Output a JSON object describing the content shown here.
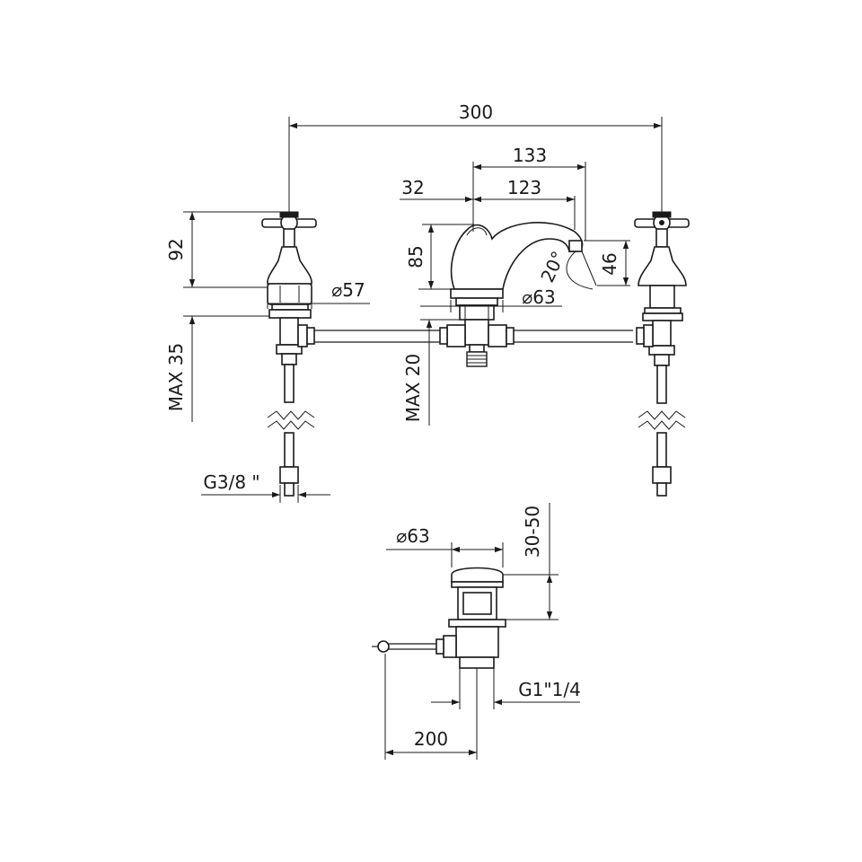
{
  "dimensions": {
    "overall_width": "300",
    "spout_reach": "133",
    "spout_offset": "32",
    "spout_length": "123",
    "spout_height": "85",
    "spout_angle": "20°",
    "outlet_height": "46",
    "handle_height": "92",
    "handle_diameter": "⌀57",
    "spout_base_diameter": "⌀63",
    "max_deck_left": "MAX 35",
    "max_deck_center": "MAX 20",
    "inlet_thread": "G3/8 \"",
    "waste_diameter": "⌀63",
    "waste_height": "30-50",
    "waste_thread": "G1\"1/4",
    "rod_length": "200"
  }
}
